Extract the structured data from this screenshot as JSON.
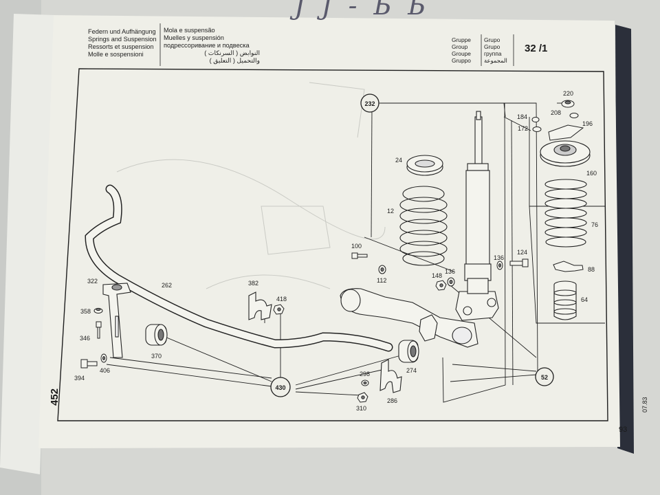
{
  "handwriting": "Ј Ј - Ь Ь",
  "header": {
    "col1": [
      "Federn und Aufhängung",
      "Springs and Suspension",
      "Ressorts et suspension",
      "Molle e sospensioni"
    ],
    "col2": [
      "Mola e suspensão",
      "Muelles y suspensión",
      "подрессоривание и подвеска",
      "النوابض ( السرنكات )",
      "والتحميل ( التعليق )"
    ]
  },
  "group_box": {
    "col1": [
      "Gruppe",
      "Group",
      "Groupe",
      "Gruppo"
    ],
    "col2": [
      "Grupo",
      "Grupo",
      "группа",
      "المجموعة"
    ],
    "number": "32 /1"
  },
  "page_left": "452",
  "page_right": "93",
  "date_code": "07.83",
  "labels": {
    "l220": "220",
    "l208": "208",
    "l184": "184",
    "l196": "196",
    "l172": "172",
    "l160": "160",
    "l76": "76",
    "l88": "88",
    "l64": "64",
    "l24": "24",
    "l12": "12",
    "l100": "100",
    "l112": "112",
    "l148": "148",
    "l136a": "136",
    "l136b": "136",
    "l124": "124",
    "l322": "322",
    "l262": "262",
    "l382": "382",
    "l418": "418",
    "l358": "358",
    "l346": "346",
    "l370": "370",
    "l394": "394",
    "l406": "406",
    "l298": "298",
    "l274": "274",
    "l286": "286",
    "l310": "310"
  },
  "callouts": {
    "c232": "232",
    "c430": "430",
    "c52": "52"
  }
}
